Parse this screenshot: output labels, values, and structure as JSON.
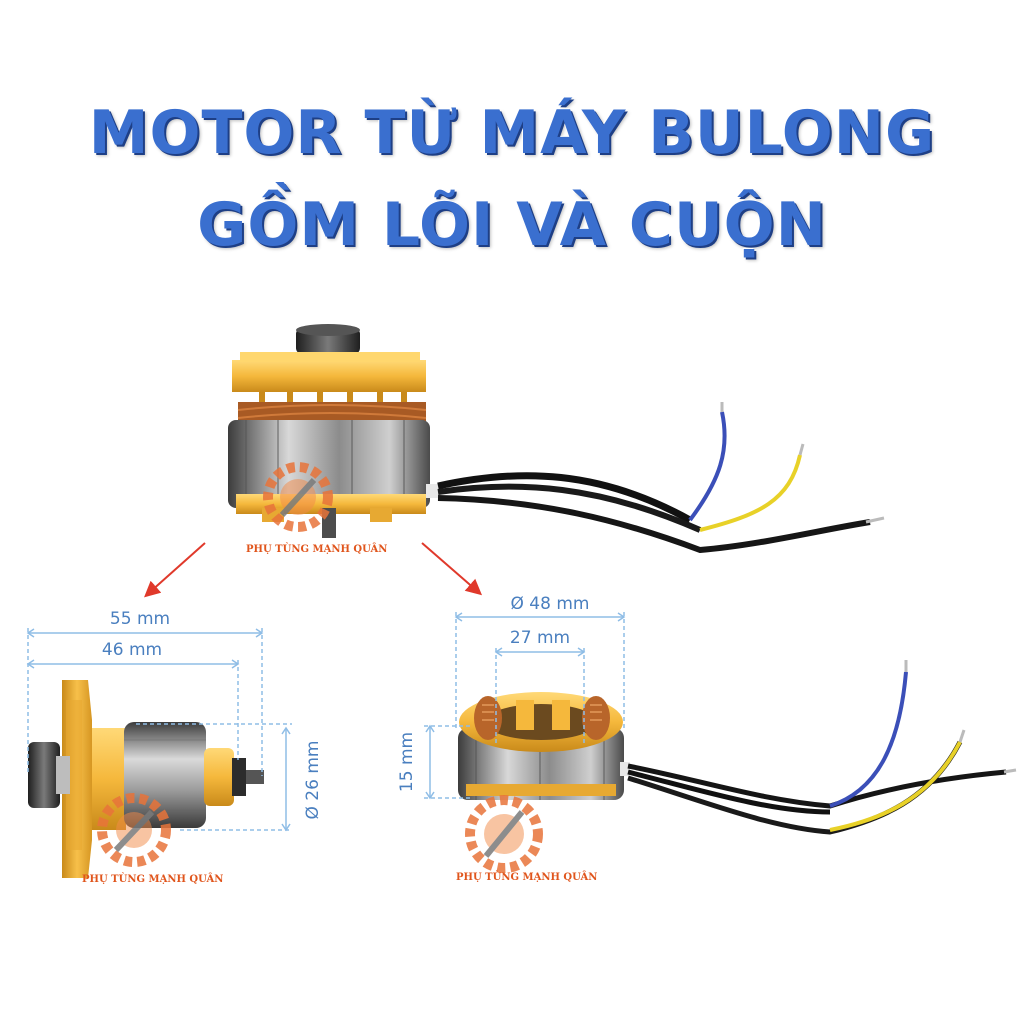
{
  "title": {
    "line1": "MOTOR TỪ MÁY BULONG",
    "line2": "GỒM LÕI VÀ CUỘN"
  },
  "watermark": "PHỤ TÙNG MẠNH QUÂN",
  "rotor_dimensions": {
    "total_length": "55 mm",
    "core_length": "46 mm",
    "diameter": "Ø 26 mm"
  },
  "stator_dimensions": {
    "outer_diameter": "Ø 48 mm",
    "inner_diameter": "27 mm",
    "height": "15 mm"
  },
  "colors": {
    "title": "#3a6fcf",
    "dimension_line": "#7fb0de",
    "plastic": "#f5b83c",
    "arrow": "#e0392b"
  }
}
